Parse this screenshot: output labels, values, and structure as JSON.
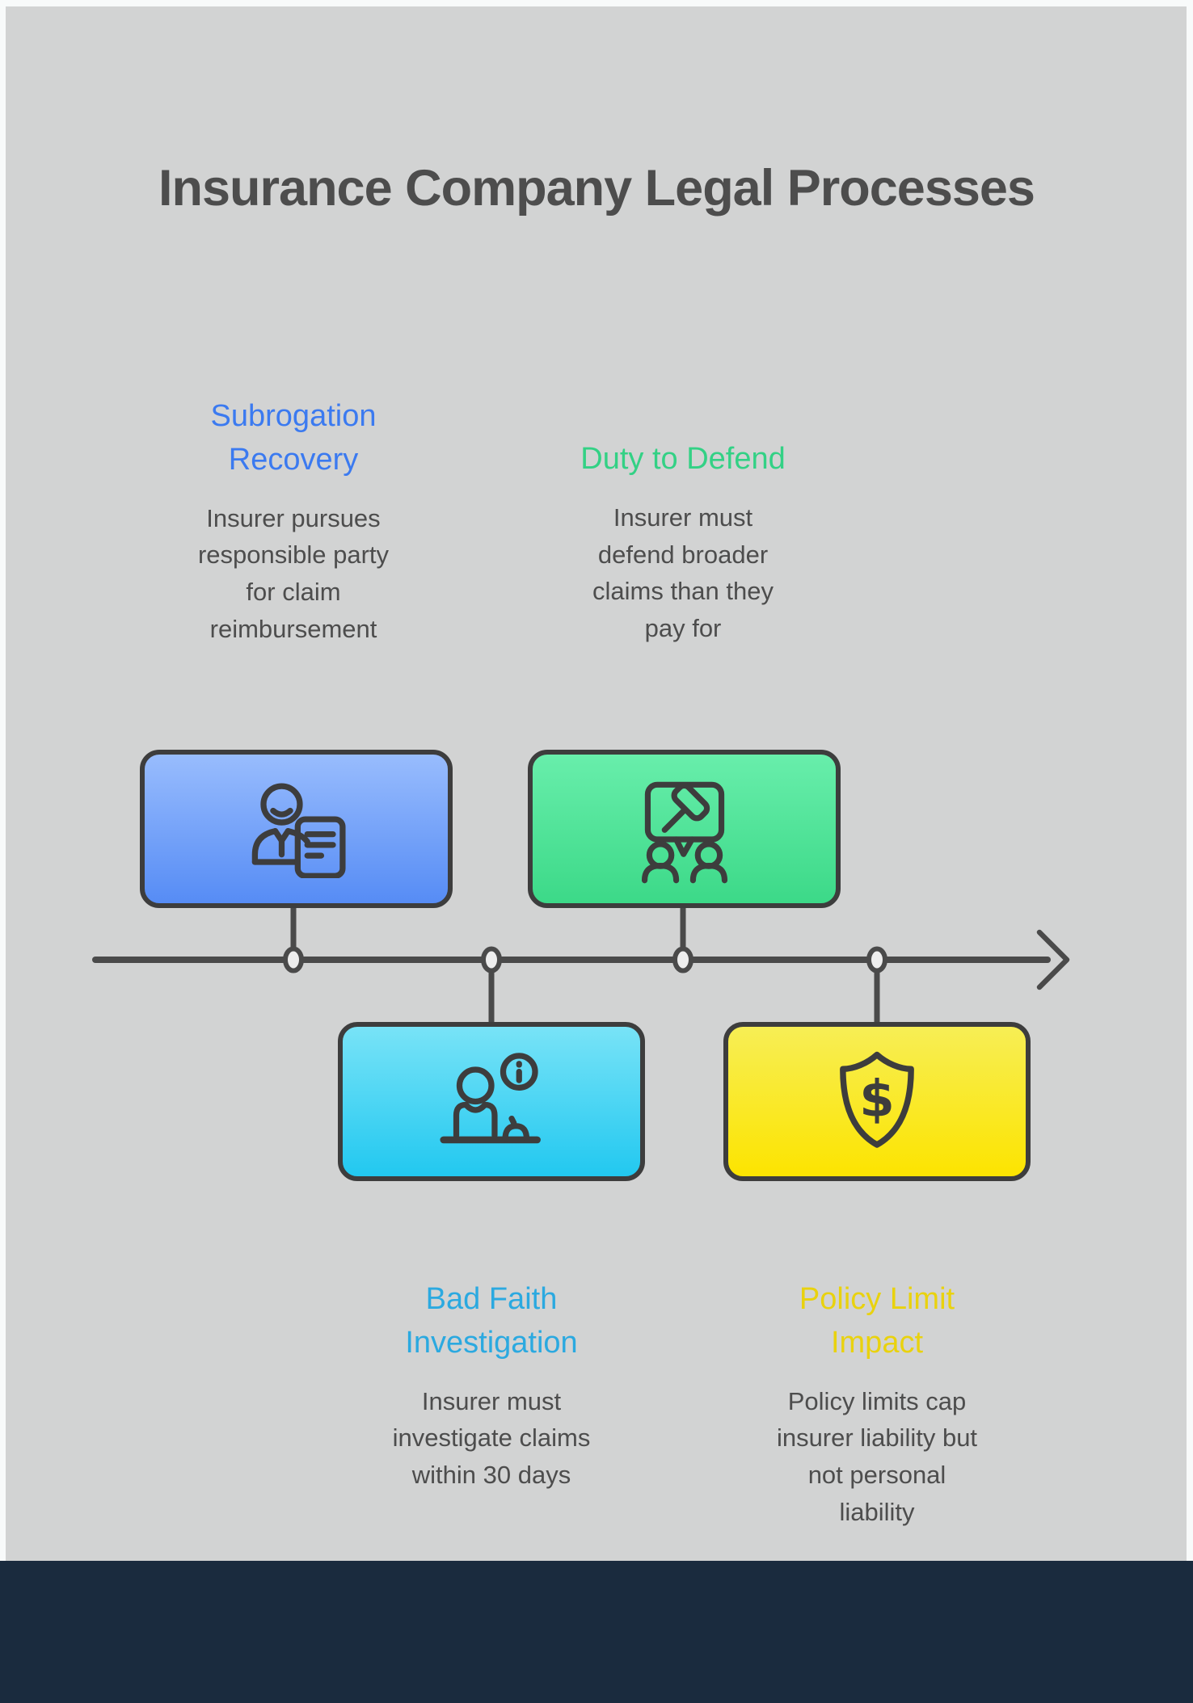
{
  "title": "Insurance Company Legal Processes",
  "colors": {
    "frame_background": "#f8fafa",
    "canvas_background": "#d2d3d3",
    "footer_band": "#1a2b3e",
    "timeline_line": "#4a4a4a",
    "timeline_node_fill": "#ededed",
    "box_border": "#3d3d3d",
    "title_text": "#4d4d4d",
    "body_text": "#4d4d4d"
  },
  "timeline": {
    "direction": "left-to-right",
    "arrow_icon": "arrow-right-icon",
    "node_count": 4
  },
  "sections": [
    {
      "id": "subrogation-recovery",
      "heading": [
        "Subrogation",
        "Recovery"
      ],
      "accent": "#3b7af0",
      "body": [
        "Insurer pursues",
        "responsible party",
        "for claim",
        "reimbursement"
      ],
      "icon": "agent-with-document-icon",
      "box_gradient": [
        "#98bcfd",
        "#568cf5"
      ],
      "position": "above-line"
    },
    {
      "id": "duty-to-defend",
      "heading": [
        "Duty to Defend"
      ],
      "accent": "#33d185",
      "body": [
        "Insurer must",
        "defend broader",
        "claims than they",
        "pay for"
      ],
      "icon": "gavel-discussion-icon",
      "box_gradient": [
        "#68eeab",
        "#3cd988"
      ],
      "position": "above-line"
    },
    {
      "id": "bad-faith-investigation",
      "heading": [
        "Bad Faith",
        "Investigation"
      ],
      "accent": "#2ba9e0",
      "body": [
        "Insurer must",
        "investigate claims",
        "within 30 days"
      ],
      "icon": "claims-desk-info-icon",
      "box_gradient": [
        "#78e3f7",
        "#22c8f0"
      ],
      "position": "below-line"
    },
    {
      "id": "policy-limit-impact",
      "heading": [
        "Policy Limit",
        "Impact"
      ],
      "accent": "#e9d20e",
      "body": [
        "Policy limits cap",
        "insurer liability but",
        "not personal",
        "liability"
      ],
      "icon": "shield-dollar-icon",
      "box_gradient": [
        "#f7ee55",
        "#fce400"
      ],
      "position": "below-line"
    }
  ]
}
